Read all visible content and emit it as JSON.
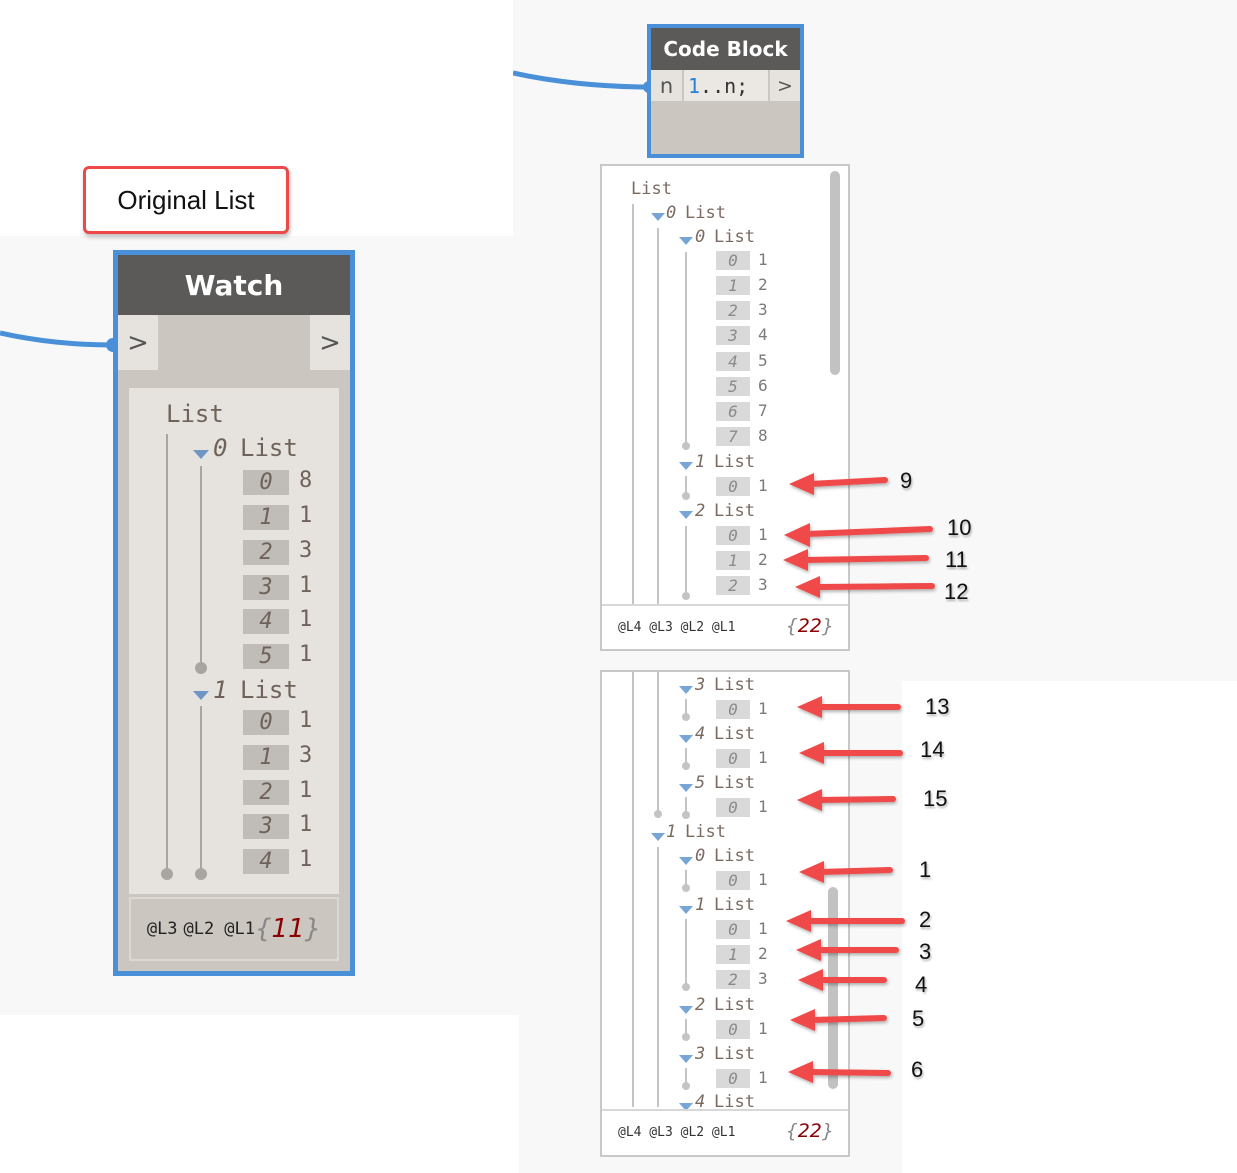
{
  "callout": {
    "label": "Original List"
  },
  "watch_node": {
    "title": "Watch",
    "input_port": ">",
    "output_port": ">",
    "tree": {
      "root_label": "List",
      "sublists": [
        {
          "index": "0",
          "label": "List",
          "items": [
            {
              "i": "0",
              "v": "8"
            },
            {
              "i": "1",
              "v": "1"
            },
            {
              "i": "2",
              "v": "3"
            },
            {
              "i": "3",
              "v": "1"
            },
            {
              "i": "4",
              "v": "1"
            },
            {
              "i": "5",
              "v": "1"
            }
          ]
        },
        {
          "index": "1",
          "label": "List",
          "items": [
            {
              "i": "0",
              "v": "1"
            },
            {
              "i": "1",
              "v": "3"
            },
            {
              "i": "2",
              "v": "1"
            },
            {
              "i": "3",
              "v": "1"
            },
            {
              "i": "4",
              "v": "1"
            }
          ]
        }
      ]
    },
    "footer": {
      "levels": [
        "@L3",
        "@L2",
        "@L1"
      ],
      "count_open": "{",
      "count": "11",
      "count_close": "}"
    }
  },
  "code_block": {
    "title": "Code Block",
    "input_port": "n",
    "code_num": "1",
    "code_rest": "..n;",
    "output_port": ">"
  },
  "preview_top": {
    "root_label": "List",
    "rows": [
      {
        "type": "list",
        "depth": 1,
        "index": "0",
        "label": "List"
      },
      {
        "type": "list",
        "depth": 2,
        "index": "0",
        "label": "List"
      },
      {
        "type": "item",
        "i": "0",
        "v": "1"
      },
      {
        "type": "item",
        "i": "1",
        "v": "2"
      },
      {
        "type": "item",
        "i": "2",
        "v": "3"
      },
      {
        "type": "item",
        "i": "3",
        "v": "4"
      },
      {
        "type": "item",
        "i": "4",
        "v": "5"
      },
      {
        "type": "item",
        "i": "5",
        "v": "6"
      },
      {
        "type": "item",
        "i": "6",
        "v": "7"
      },
      {
        "type": "item",
        "i": "7",
        "v": "8"
      },
      {
        "type": "list",
        "depth": 2,
        "index": "1",
        "label": "List"
      },
      {
        "type": "item",
        "i": "0",
        "v": "1"
      },
      {
        "type": "list",
        "depth": 2,
        "index": "2",
        "label": "List"
      },
      {
        "type": "item",
        "i": "0",
        "v": "1"
      },
      {
        "type": "item",
        "i": "1",
        "v": "2"
      },
      {
        "type": "item",
        "i": "2",
        "v": "3"
      }
    ],
    "footer": {
      "levels": "@L4 @L3 @L2 @L1",
      "count_open": "{",
      "count": "22",
      "count_close": "}"
    }
  },
  "preview_bottom": {
    "rows": [
      {
        "type": "list",
        "depth": 2,
        "index": "3",
        "label": "List"
      },
      {
        "type": "item",
        "i": "0",
        "v": "1"
      },
      {
        "type": "list",
        "depth": 2,
        "index": "4",
        "label": "List"
      },
      {
        "type": "item",
        "i": "0",
        "v": "1"
      },
      {
        "type": "list",
        "depth": 2,
        "index": "5",
        "label": "List"
      },
      {
        "type": "item",
        "i": "0",
        "v": "1"
      },
      {
        "type": "list",
        "depth": 1,
        "index": "1",
        "label": "List"
      },
      {
        "type": "list",
        "depth": 2,
        "index": "0",
        "label": "List"
      },
      {
        "type": "item",
        "i": "0",
        "v": "1"
      },
      {
        "type": "list",
        "depth": 2,
        "index": "1",
        "label": "List"
      },
      {
        "type": "item",
        "i": "0",
        "v": "1"
      },
      {
        "type": "item",
        "i": "1",
        "v": "2"
      },
      {
        "type": "item",
        "i": "2",
        "v": "3"
      },
      {
        "type": "list",
        "depth": 2,
        "index": "2",
        "label": "List"
      },
      {
        "type": "item",
        "i": "0",
        "v": "1"
      },
      {
        "type": "list",
        "depth": 2,
        "index": "3",
        "label": "List"
      },
      {
        "type": "item",
        "i": "0",
        "v": "1"
      },
      {
        "type": "list",
        "depth": 2,
        "index": "4",
        "label": "List"
      }
    ],
    "footer": {
      "levels": "@L4 @L3 @L2 @L1",
      "count_open": "{",
      "count": "22",
      "count_close": "}"
    }
  },
  "annotations_top": [
    "9",
    "10",
    "11",
    "12"
  ],
  "annotations_bottom": [
    "13",
    "14",
    "15",
    "1",
    "2",
    "3",
    "4",
    "5",
    "6"
  ],
  "colors": {
    "wire": "#4a90d9",
    "node_header": "#5c5a58",
    "node_body": "#cbc6bf",
    "arrow": "#f04848",
    "count": "#8b0000"
  }
}
